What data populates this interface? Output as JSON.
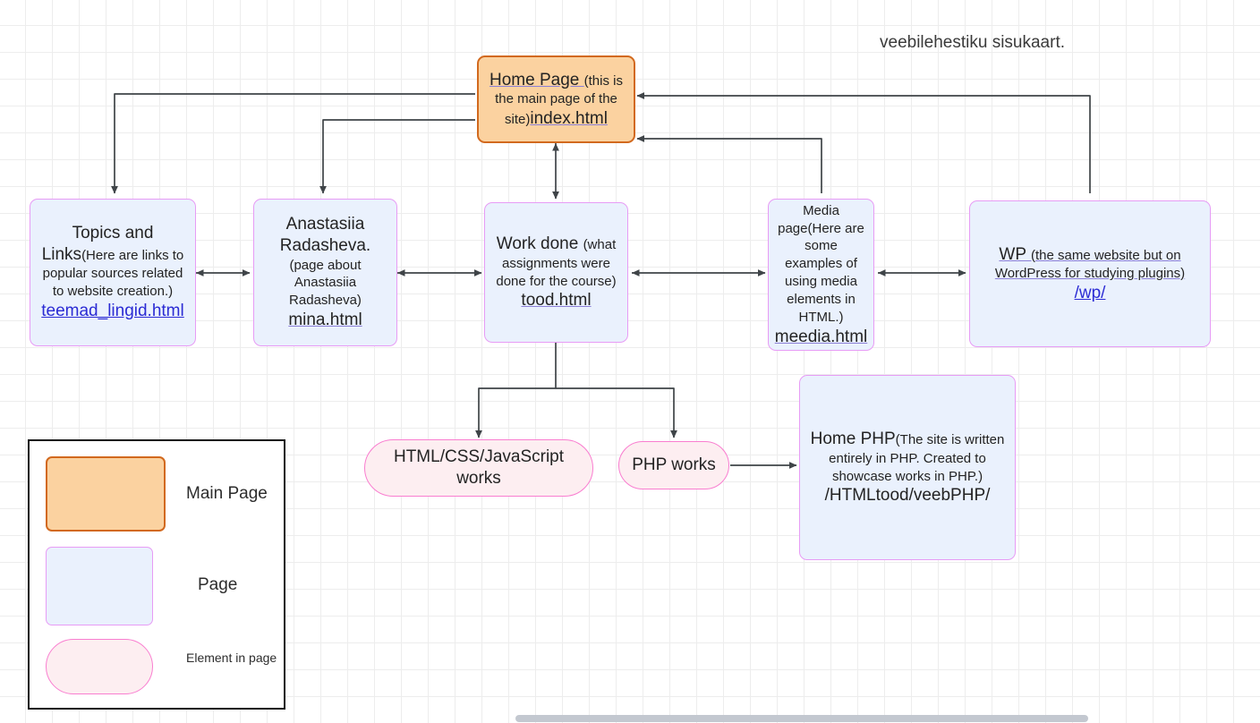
{
  "caption": {
    "text": "veebilehestiku sisukaart."
  },
  "nodes": {
    "home": {
      "title": "Home Page ",
      "desc": "(this is the main page of the site)",
      "link": "index.html"
    },
    "topics": {
      "title": "Topics and Links",
      "desc": "(Here are links to popular sources related to website creation.)",
      "link": "teemad_lingid.html"
    },
    "about": {
      "title": "Anastasiia Radasheva.",
      "desc": "(page about Anastasiia Radasheva)",
      "link": "mina.html"
    },
    "work": {
      "title": "Work done ",
      "desc": "(what assignments were done for the course)",
      "link": "tood.html"
    },
    "media": {
      "title": "Media page",
      "desc": "(Here are some examples of using media elements in HTML.)",
      "link": "meedia.html"
    },
    "wp": {
      "title": "WP ",
      "desc": "(the same website but on WordPress for studying plugins)",
      "link": "/wp/"
    },
    "htmlworks": {
      "title": "HTML/CSS/JavaScript works"
    },
    "phpworks": {
      "title": "PHP works"
    },
    "homephp": {
      "title": "Home PHP",
      "desc": "(The site is written entirely in PHP. Created to showcase works in PHP.)",
      "link": "/HTMLtood/veebPHP/"
    }
  },
  "legend": {
    "items": [
      {
        "label": "Main Page",
        "shape": "rect",
        "fill": "#fbd2a0",
        "stroke": "#d2691e"
      },
      {
        "label": "Page",
        "shape": "rect",
        "fill": "#eaf1fd",
        "stroke": "#e79cf5"
      },
      {
        "label": "Element in page",
        "shape": "pill",
        "fill": "#fdeef1",
        "stroke": "#f97ed0"
      }
    ]
  },
  "colors": {
    "main_page_fill": "#fbd2a0",
    "main_page_stroke": "#d2691e",
    "page_fill": "#eaf1fd",
    "page_stroke": "#e79cf5",
    "element_fill": "#fdeef1",
    "element_stroke": "#f97ed0",
    "link_text": "#2b2bd4",
    "connector": "#3f4448",
    "grid": "#e0e0e0"
  }
}
